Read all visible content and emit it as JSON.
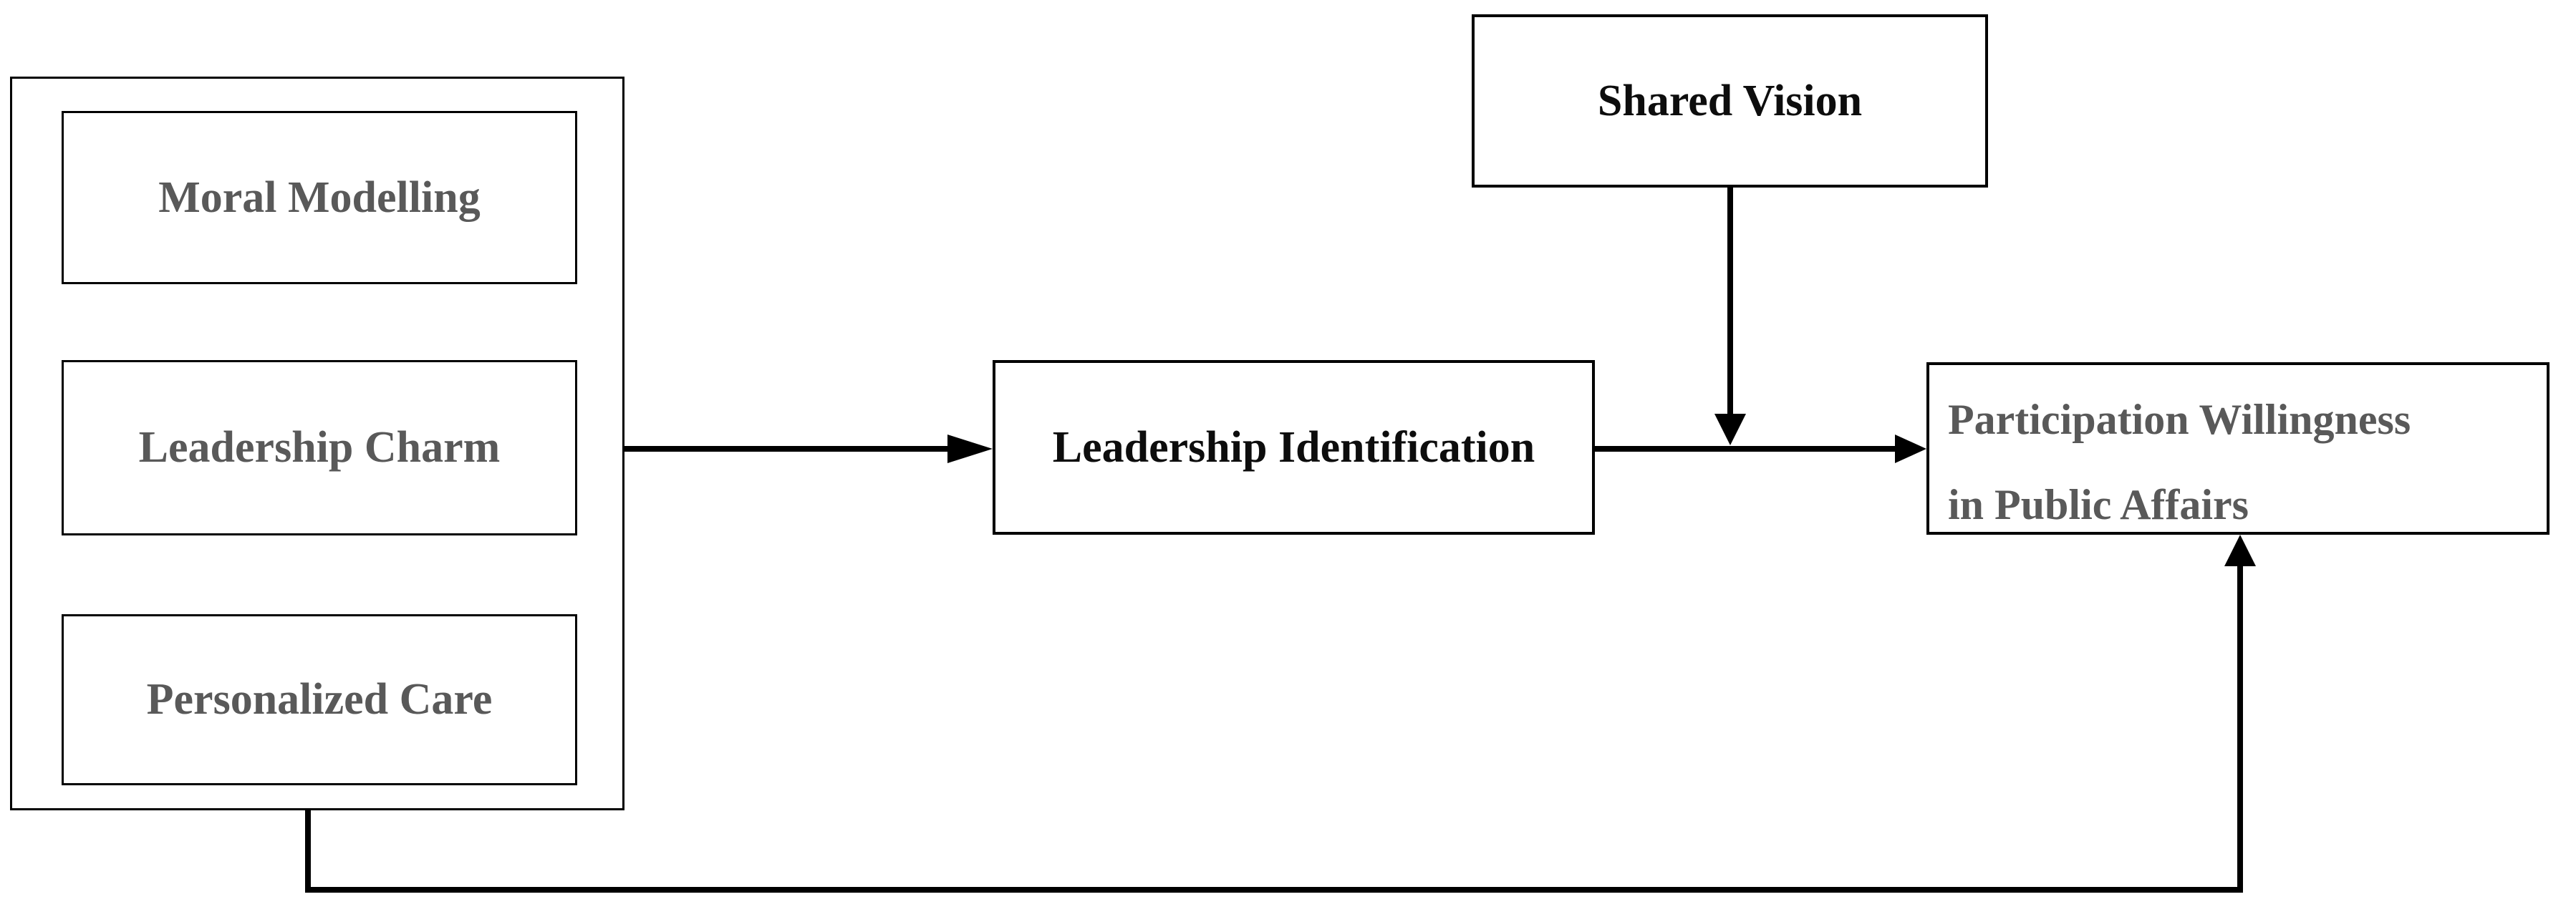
{
  "colors": {
    "bg": "#ffffff",
    "line": "#000000",
    "gray-text": "#595959",
    "dark-text": "#0d0d0d"
  },
  "boxes": {
    "moral_modelling": {
      "label": "Moral Modelling"
    },
    "leadership_charm": {
      "label": "Leadership Charm"
    },
    "personalized_care": {
      "label": "Personalized Care"
    },
    "leadership_identification": {
      "label": "Leadership Identification"
    },
    "shared_vision": {
      "label": "Shared Vision"
    },
    "participation_willingness": {
      "label_line_1": "Participation Willingness",
      "label_line_2": "in Public Affairs"
    }
  },
  "edges": [
    {
      "from": "antecedent-group",
      "to": "leadership_identification",
      "type": "arrow"
    },
    {
      "from": "leadership_identification",
      "to": "participation_willingness",
      "type": "arrow"
    },
    {
      "from": "shared_vision",
      "to": "arrow(leadership_identification->participation_willingness)",
      "type": "moderation-arrow"
    },
    {
      "from": "antecedent-group",
      "to": "participation_willingness",
      "type": "arrow",
      "route": "bottom-bypass"
    }
  ]
}
